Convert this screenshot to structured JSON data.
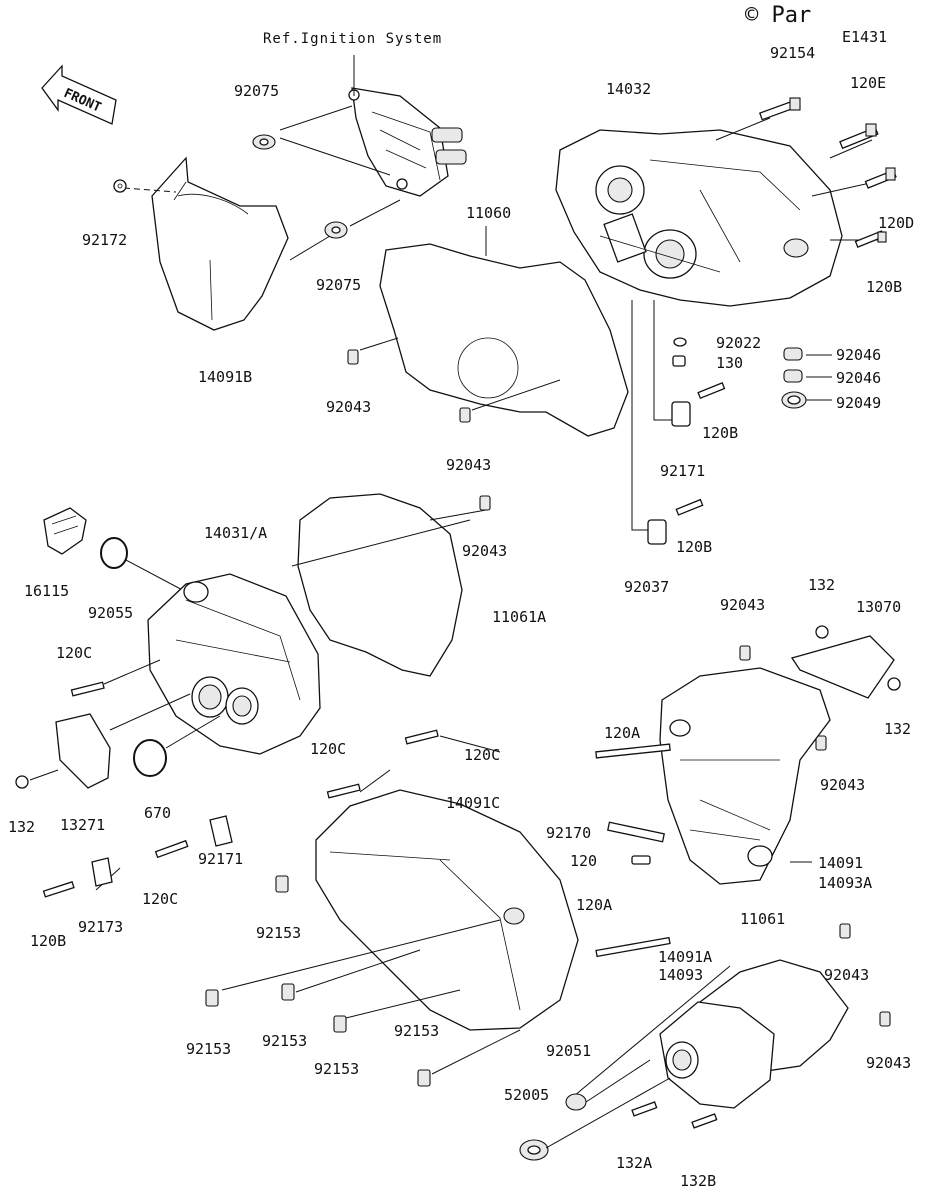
{
  "diagram_code": "E1431",
  "watermark": "© Par",
  "reference_note": "Ref.Ignition System",
  "front_label": "FRONT",
  "part_labels": [
    {
      "id": "p92154",
      "text": "92154"
    },
    {
      "id": "p120E",
      "text": "120E"
    },
    {
      "id": "p14032",
      "text": "14032"
    },
    {
      "id": "p92075a",
      "text": "92075"
    },
    {
      "id": "p92172",
      "text": "92172"
    },
    {
      "id": "p92075b",
      "text": "92075"
    },
    {
      "id": "p11060",
      "text": "11060"
    },
    {
      "id": "p120D",
      "text": "120D"
    },
    {
      "id": "p120Ba",
      "text": "120B"
    },
    {
      "id": "p14091B",
      "text": "14091B"
    },
    {
      "id": "p92043a",
      "text": "92043"
    },
    {
      "id": "p92022",
      "text": "92022"
    },
    {
      "id": "p130",
      "text": "130"
    },
    {
      "id": "p92046a",
      "text": "92046"
    },
    {
      "id": "p92046b",
      "text": "92046"
    },
    {
      "id": "p92049",
      "text": "92049"
    },
    {
      "id": "p120Bb",
      "text": "120B"
    },
    {
      "id": "p92043b",
      "text": "92043"
    },
    {
      "id": "p92171a",
      "text": "92171"
    },
    {
      "id": "p14031A",
      "text": "14031/A"
    },
    {
      "id": "p92043c",
      "text": "92043"
    },
    {
      "id": "p120Bc",
      "text": "120B"
    },
    {
      "id": "p16115",
      "text": "16115"
    },
    {
      "id": "p92055",
      "text": "92055"
    },
    {
      "id": "p92037",
      "text": "92037"
    },
    {
      "id": "p11061A",
      "text": "11061A"
    },
    {
      "id": "p132a",
      "text": "132"
    },
    {
      "id": "p13070",
      "text": "13070"
    },
    {
      "id": "p92043d",
      "text": "92043"
    },
    {
      "id": "p120Ca",
      "text": "120C"
    },
    {
      "id": "p132b",
      "text": "132"
    },
    {
      "id": "p120A",
      "text": "120A"
    },
    {
      "id": "p120Cb",
      "text": "120C"
    },
    {
      "id": "p120Cc",
      "text": "120C"
    },
    {
      "id": "p92043e",
      "text": "92043"
    },
    {
      "id": "p670",
      "text": "670"
    },
    {
      "id": "p132c",
      "text": "132"
    },
    {
      "id": "p13271",
      "text": "13271"
    },
    {
      "id": "p14091C",
      "text": "14091C"
    },
    {
      "id": "p92170",
      "text": "92170"
    },
    {
      "id": "p92171b",
      "text": "92171"
    },
    {
      "id": "p120Cd",
      "text": "120C"
    },
    {
      "id": "p120",
      "text": "120"
    },
    {
      "id": "p14091",
      "text": "14091"
    },
    {
      "id": "p14093A",
      "text": "14093A"
    },
    {
      "id": "p92153a",
      "text": "92153"
    },
    {
      "id": "p120Bd",
      "text": "120B"
    },
    {
      "id": "p92173",
      "text": "92173"
    },
    {
      "id": "p120Ab",
      "text": "120A"
    },
    {
      "id": "p11061",
      "text": "11061"
    },
    {
      "id": "p14091A",
      "text": "14091A"
    },
    {
      "id": "p14093",
      "text": "14093"
    },
    {
      "id": "p92043f",
      "text": "92043"
    },
    {
      "id": "p92153b",
      "text": "92153"
    },
    {
      "id": "p92153c",
      "text": "92153"
    },
    {
      "id": "p92153d",
      "text": "92153"
    },
    {
      "id": "p92153e",
      "text": "92153"
    },
    {
      "id": "p92051",
      "text": "92051"
    },
    {
      "id": "p92043g",
      "text": "92043"
    },
    {
      "id": "p52005",
      "text": "52005"
    },
    {
      "id": "p132A",
      "text": "132A"
    },
    {
      "id": "p132B",
      "text": "132B"
    }
  ]
}
